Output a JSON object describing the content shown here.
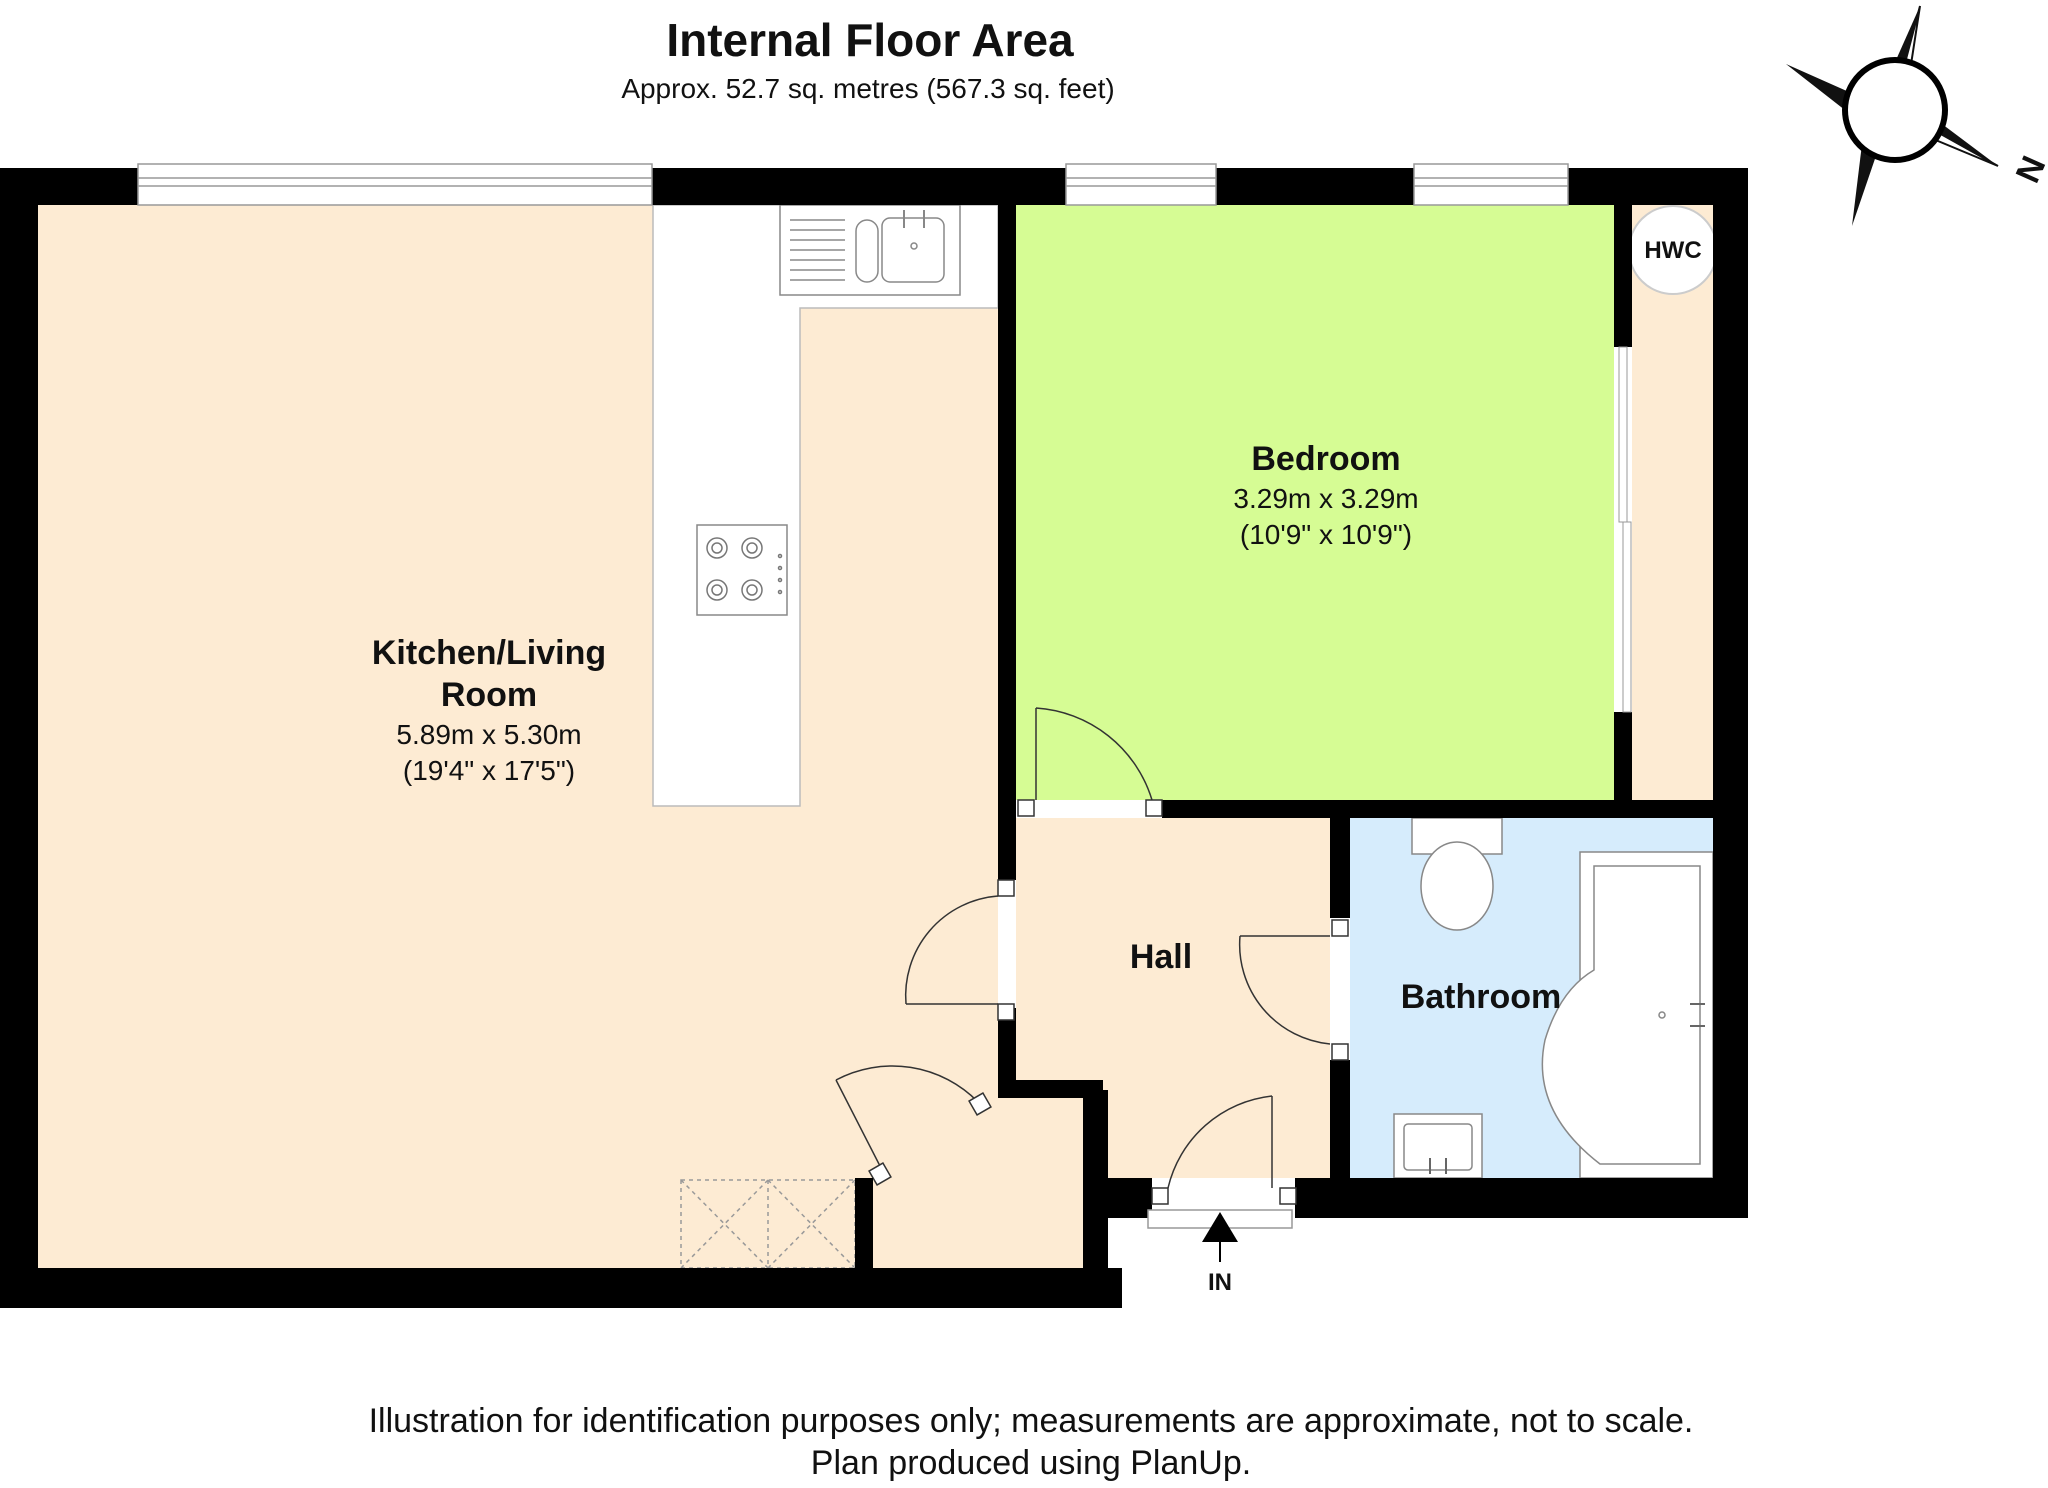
{
  "header": {
    "title": "Internal Floor Area",
    "subtitle": "Approx.  52.7 sq. metres (567.3 sq. feet)"
  },
  "rooms": {
    "kitchen": {
      "name_line1": "Kitchen/Living",
      "name_line2": "Room",
      "dims_metric": "5.89m x 5.30m",
      "dims_imperial": "(19'4\" x 17'5\")"
    },
    "bedroom": {
      "name": "Bedroom",
      "dims_metric": "3.29m x 3.29m",
      "dims_imperial": "(10'9\" x 10'9\")"
    },
    "hall": {
      "name": "Hall"
    },
    "bathroom": {
      "name": "Bathroom"
    }
  },
  "labels": {
    "hwc": "HWC",
    "entrance": "IN",
    "compass_north": "N"
  },
  "footer": {
    "line1": "Illustration for identification purposes only; measurements are approximate, not to scale.",
    "line2": "Plan produced using PlanUp."
  },
  "colors": {
    "wall": "#000000",
    "kitchen_fill": "#fdebd3",
    "bedroom_fill": "#d6fc94",
    "bathroom_fill": "#d6ecfc",
    "fixture_fill": "#ffffff"
  }
}
